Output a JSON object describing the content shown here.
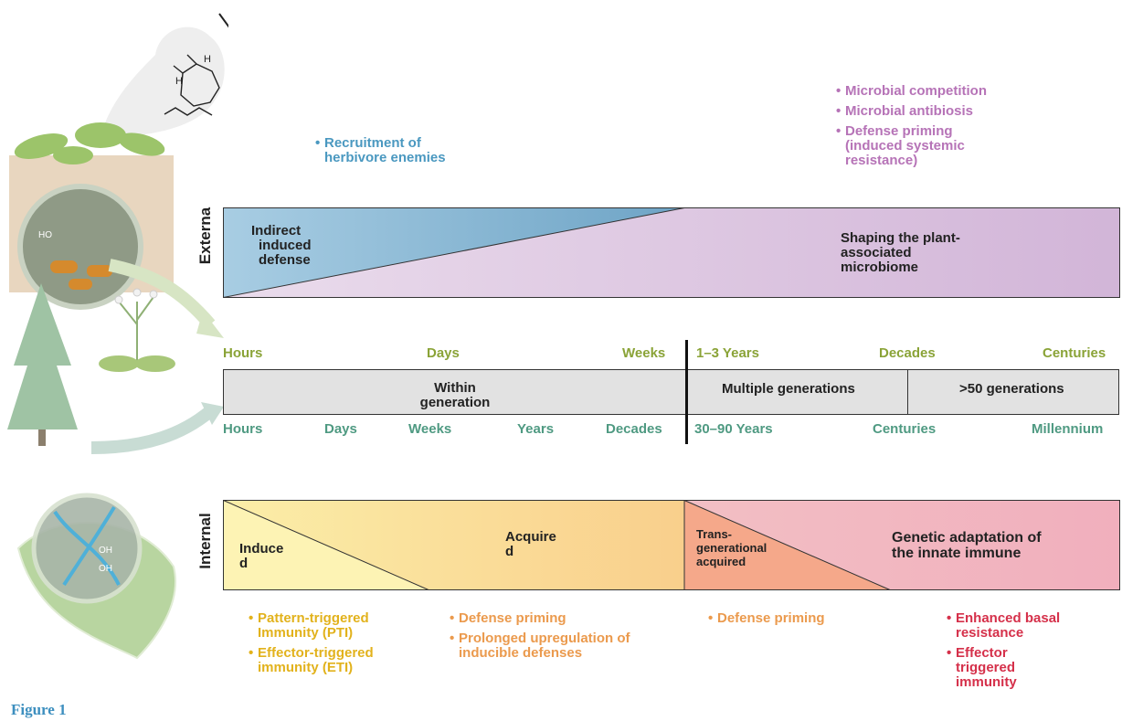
{
  "figure_label": "Figure 1",
  "external": {
    "side_label": "Externa",
    "left_box": "Indirect induced defense",
    "left_box_lines": [
      "Indirect",
      "induced",
      "defense"
    ],
    "right_box_lines": [
      "Shaping the plant-",
      "associated",
      "microbiome"
    ],
    "left_bullets": [
      "Recruitment of herbivore enemies"
    ],
    "right_bullets": [
      "Microbial competition",
      "Microbial antibiosis",
      "Defense priming (induced systemic resistance)"
    ],
    "colors": {
      "blue": "#9cc4de",
      "purple": "#c8a5cf",
      "blue_text": "#4a98c0",
      "purple_text": "#b673b7"
    }
  },
  "timeline": {
    "top_ticks": [
      "Hours",
      "Days",
      "Weeks",
      "1–3 Years",
      "Decades",
      "Centuries"
    ],
    "bottom_ticks": [
      "Hours",
      "Days",
      "Weeks",
      "Years",
      "Decades",
      "30–90 Years",
      "Centuries",
      "Millennium"
    ],
    "segments": [
      "Within generation",
      "Multiple generations",
      ">50 generations"
    ],
    "segment_within_lines": [
      "Within",
      "generation"
    ]
  },
  "internal": {
    "side_label": "Internal",
    "box1_lines": [
      "Induce",
      "d"
    ],
    "box2_lines": [
      "Acquire",
      "d"
    ],
    "box3_lines": [
      "Trans-",
      "generational",
      "acquired"
    ],
    "box4_lines": [
      "Genetic adaptation of",
      "the innate immune"
    ],
    "bullets_col1": [
      "Pattern-triggered Immunity (PTI)",
      "Effector-triggered immunity (ETI)"
    ],
    "bullets_col2": [
      "Defense priming",
      "Prolonged upregulation of inducible defenses"
    ],
    "bullets_col3": [
      "Defense priming"
    ],
    "bullets_col4": [
      "Enhanced basal resistance",
      "Effector triggered immunity"
    ],
    "colors": {
      "yellow_text": "#e2b21c",
      "orange_text": "#eb9a4d",
      "red_text": "#d5304a"
    }
  }
}
